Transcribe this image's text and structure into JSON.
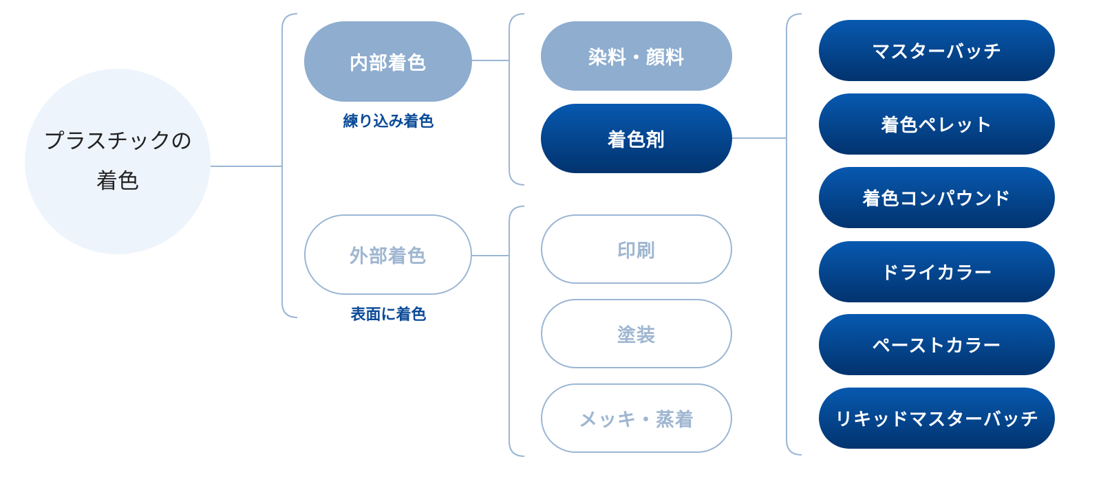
{
  "root": {
    "line1": "プラスチックの",
    "line2": "着色"
  },
  "categories": [
    {
      "label": "内部着色",
      "sublabel": "練り込み着色"
    },
    {
      "label": "外部着色",
      "sublabel": "表面に着色"
    }
  ],
  "internal_methods": [
    "染料・顔料",
    "着色剤"
  ],
  "external_methods": [
    "印刷",
    "塗装",
    "メッキ・蒸着"
  ],
  "colorant_types": [
    "マスターバッチ",
    "着色ペレット",
    "着色コンパウンド",
    "ドライカラー",
    "ペーストカラー",
    "リキッドマスターバッチ"
  ],
  "colors": {
    "dark_blue": "#0759b0",
    "light_blue": "#8eadcf",
    "outline": "#9bb6d4",
    "root_fill": "#eef4fc",
    "connector": "#9bb6d4"
  }
}
